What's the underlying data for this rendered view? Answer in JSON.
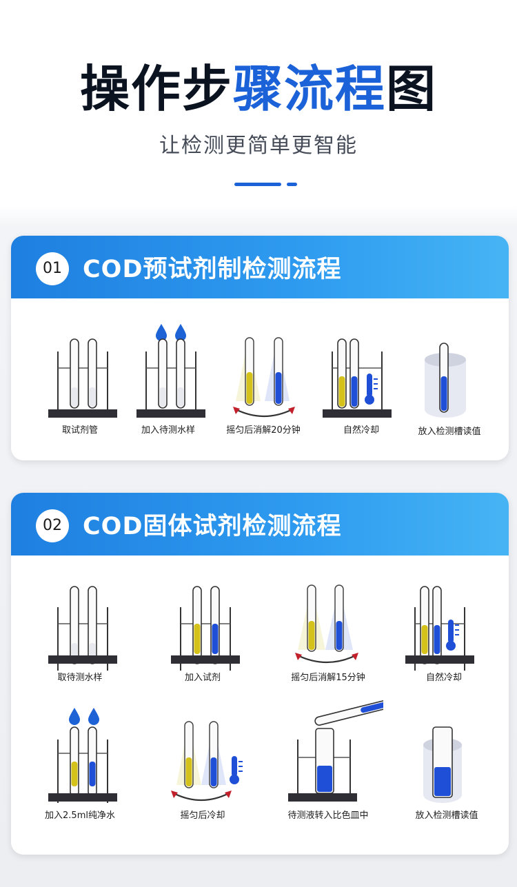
{
  "header": {
    "title_main": "操作步",
    "title_accent": "骤流程",
    "title_end": "图",
    "subtitle": "让检测更简单更智能"
  },
  "sections": [
    {
      "number": "01",
      "title": "COD预试剂制检测流程",
      "steps": [
        {
          "label": "取试剂管",
          "icon": "test-tubes-in-rack-icon"
        },
        {
          "label": "加入待测水样",
          "icon": "add-water-drops-icon"
        },
        {
          "label": "摇匀后消解20分钟",
          "icon": "shake-tubes-icon"
        },
        {
          "label": "自然冷却",
          "icon": "cooling-thermometer-icon"
        },
        {
          "label": "放入检测槽读值",
          "icon": "insert-cuvette-icon"
        }
      ]
    },
    {
      "number": "02",
      "title": "COD固体试剂检测流程",
      "steps": [
        {
          "label": "取待测水样",
          "icon": "test-tubes-in-rack-icon"
        },
        {
          "label": "加入试剂",
          "icon": "add-reagent-icon"
        },
        {
          "label": "摇匀后消解15分钟",
          "icon": "shake-tubes-icon"
        },
        {
          "label": "自然冷却",
          "icon": "cooling-thermometer-icon"
        },
        {
          "label": "加入2.5ml纯净水",
          "icon": "add-water-drops-icon"
        },
        {
          "label": "摇匀后冷却",
          "icon": "shake-and-cool-icon"
        },
        {
          "label": "待测液转入比色皿中",
          "icon": "pour-into-cuvette-icon"
        },
        {
          "label": "放入检测槽读值",
          "icon": "insert-cuvette-icon"
        }
      ]
    }
  ],
  "colors": {
    "accent": "#1b62d8",
    "header_gradient_start": "#1e7fe0",
    "header_gradient_end": "#46b4f4",
    "yellow_liquid": "#d4c21b",
    "blue_liquid": "#1f4fd6",
    "rack_base": "#2e2e34",
    "arrow_red": "#c2202a",
    "drop_blue": "#1d63d6"
  }
}
